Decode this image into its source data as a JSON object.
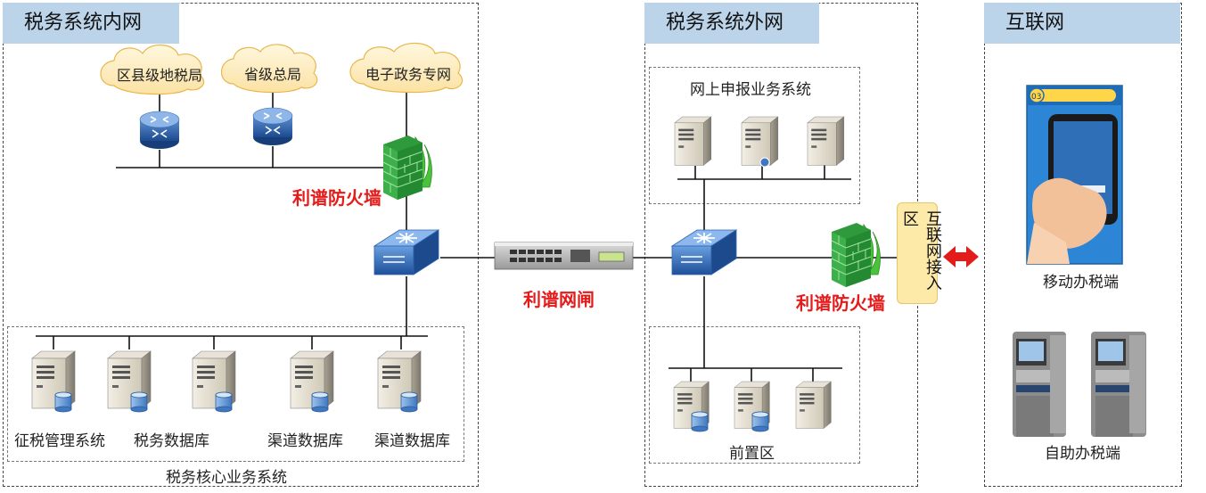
{
  "zones": {
    "intranet": {
      "title": "税务系统内网"
    },
    "extranet": {
      "title": "税务系统外网"
    },
    "internet": {
      "title": "互联网"
    }
  },
  "clouds": [
    "区县级地税局",
    "省级总局",
    "电子政务专网"
  ],
  "labels": {
    "firewall_1": "利谱防火墙",
    "firewall_2": "利谱防火墙",
    "gateway": "利谱网闸",
    "online_system": "网上申报业务系统",
    "front_zone": "前置区",
    "core_system": "税务核心业务系统",
    "access_zone": "互联网接入区",
    "mobile": "移动办税端",
    "self_service": "自助办税端"
  },
  "servers": [
    "征税管理系统",
    "税务数据库",
    "渠道数据库",
    "渠道数据库"
  ],
  "phone_step": "03",
  "colors": {
    "zone_title_bg": "#bcd4ea",
    "red": "#e41b1b",
    "access_bg": "#fde9a8"
  }
}
